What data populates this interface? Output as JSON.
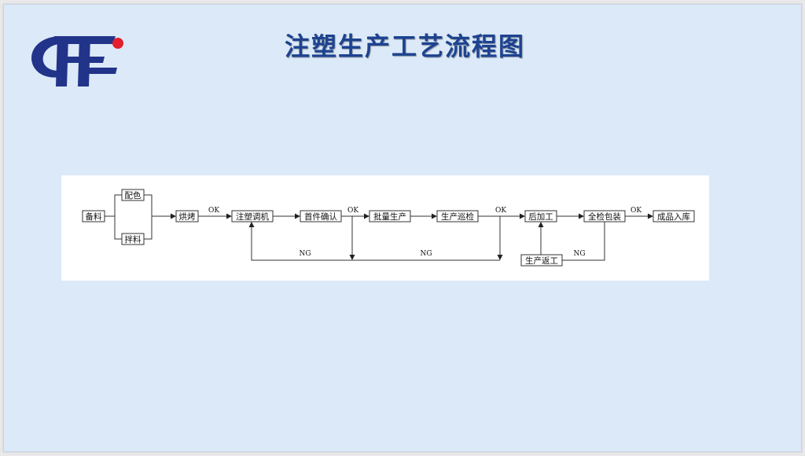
{
  "slide": {
    "title": "注塑生产工艺流程图",
    "logo": {
      "icon": "hf-logo-icon",
      "colors": {
        "primary": "#22338a",
        "accent": "#e41e2b"
      }
    }
  },
  "flowchart": {
    "nodes": {
      "prepare": "备料",
      "color_match": "配色",
      "mix": "拌料",
      "drying": "烘烤",
      "machine_setup": "注塑调机",
      "first_article": "首件确认",
      "batch_production": "批量生产",
      "patrol_inspection": "生产巡检",
      "post_processing": "后加工",
      "full_inspection_packing": "全检包装",
      "warehousing": "成品入库",
      "rework": "生产返工"
    },
    "labels": {
      "ok_after_drying": "OK",
      "ok_after_first_article": "OK",
      "ok_after_patrol": "OK",
      "ok_after_packing": "OK",
      "ng_first_article": "NG",
      "ng_patrol": "NG",
      "ng_full_inspection": "NG"
    }
  }
}
